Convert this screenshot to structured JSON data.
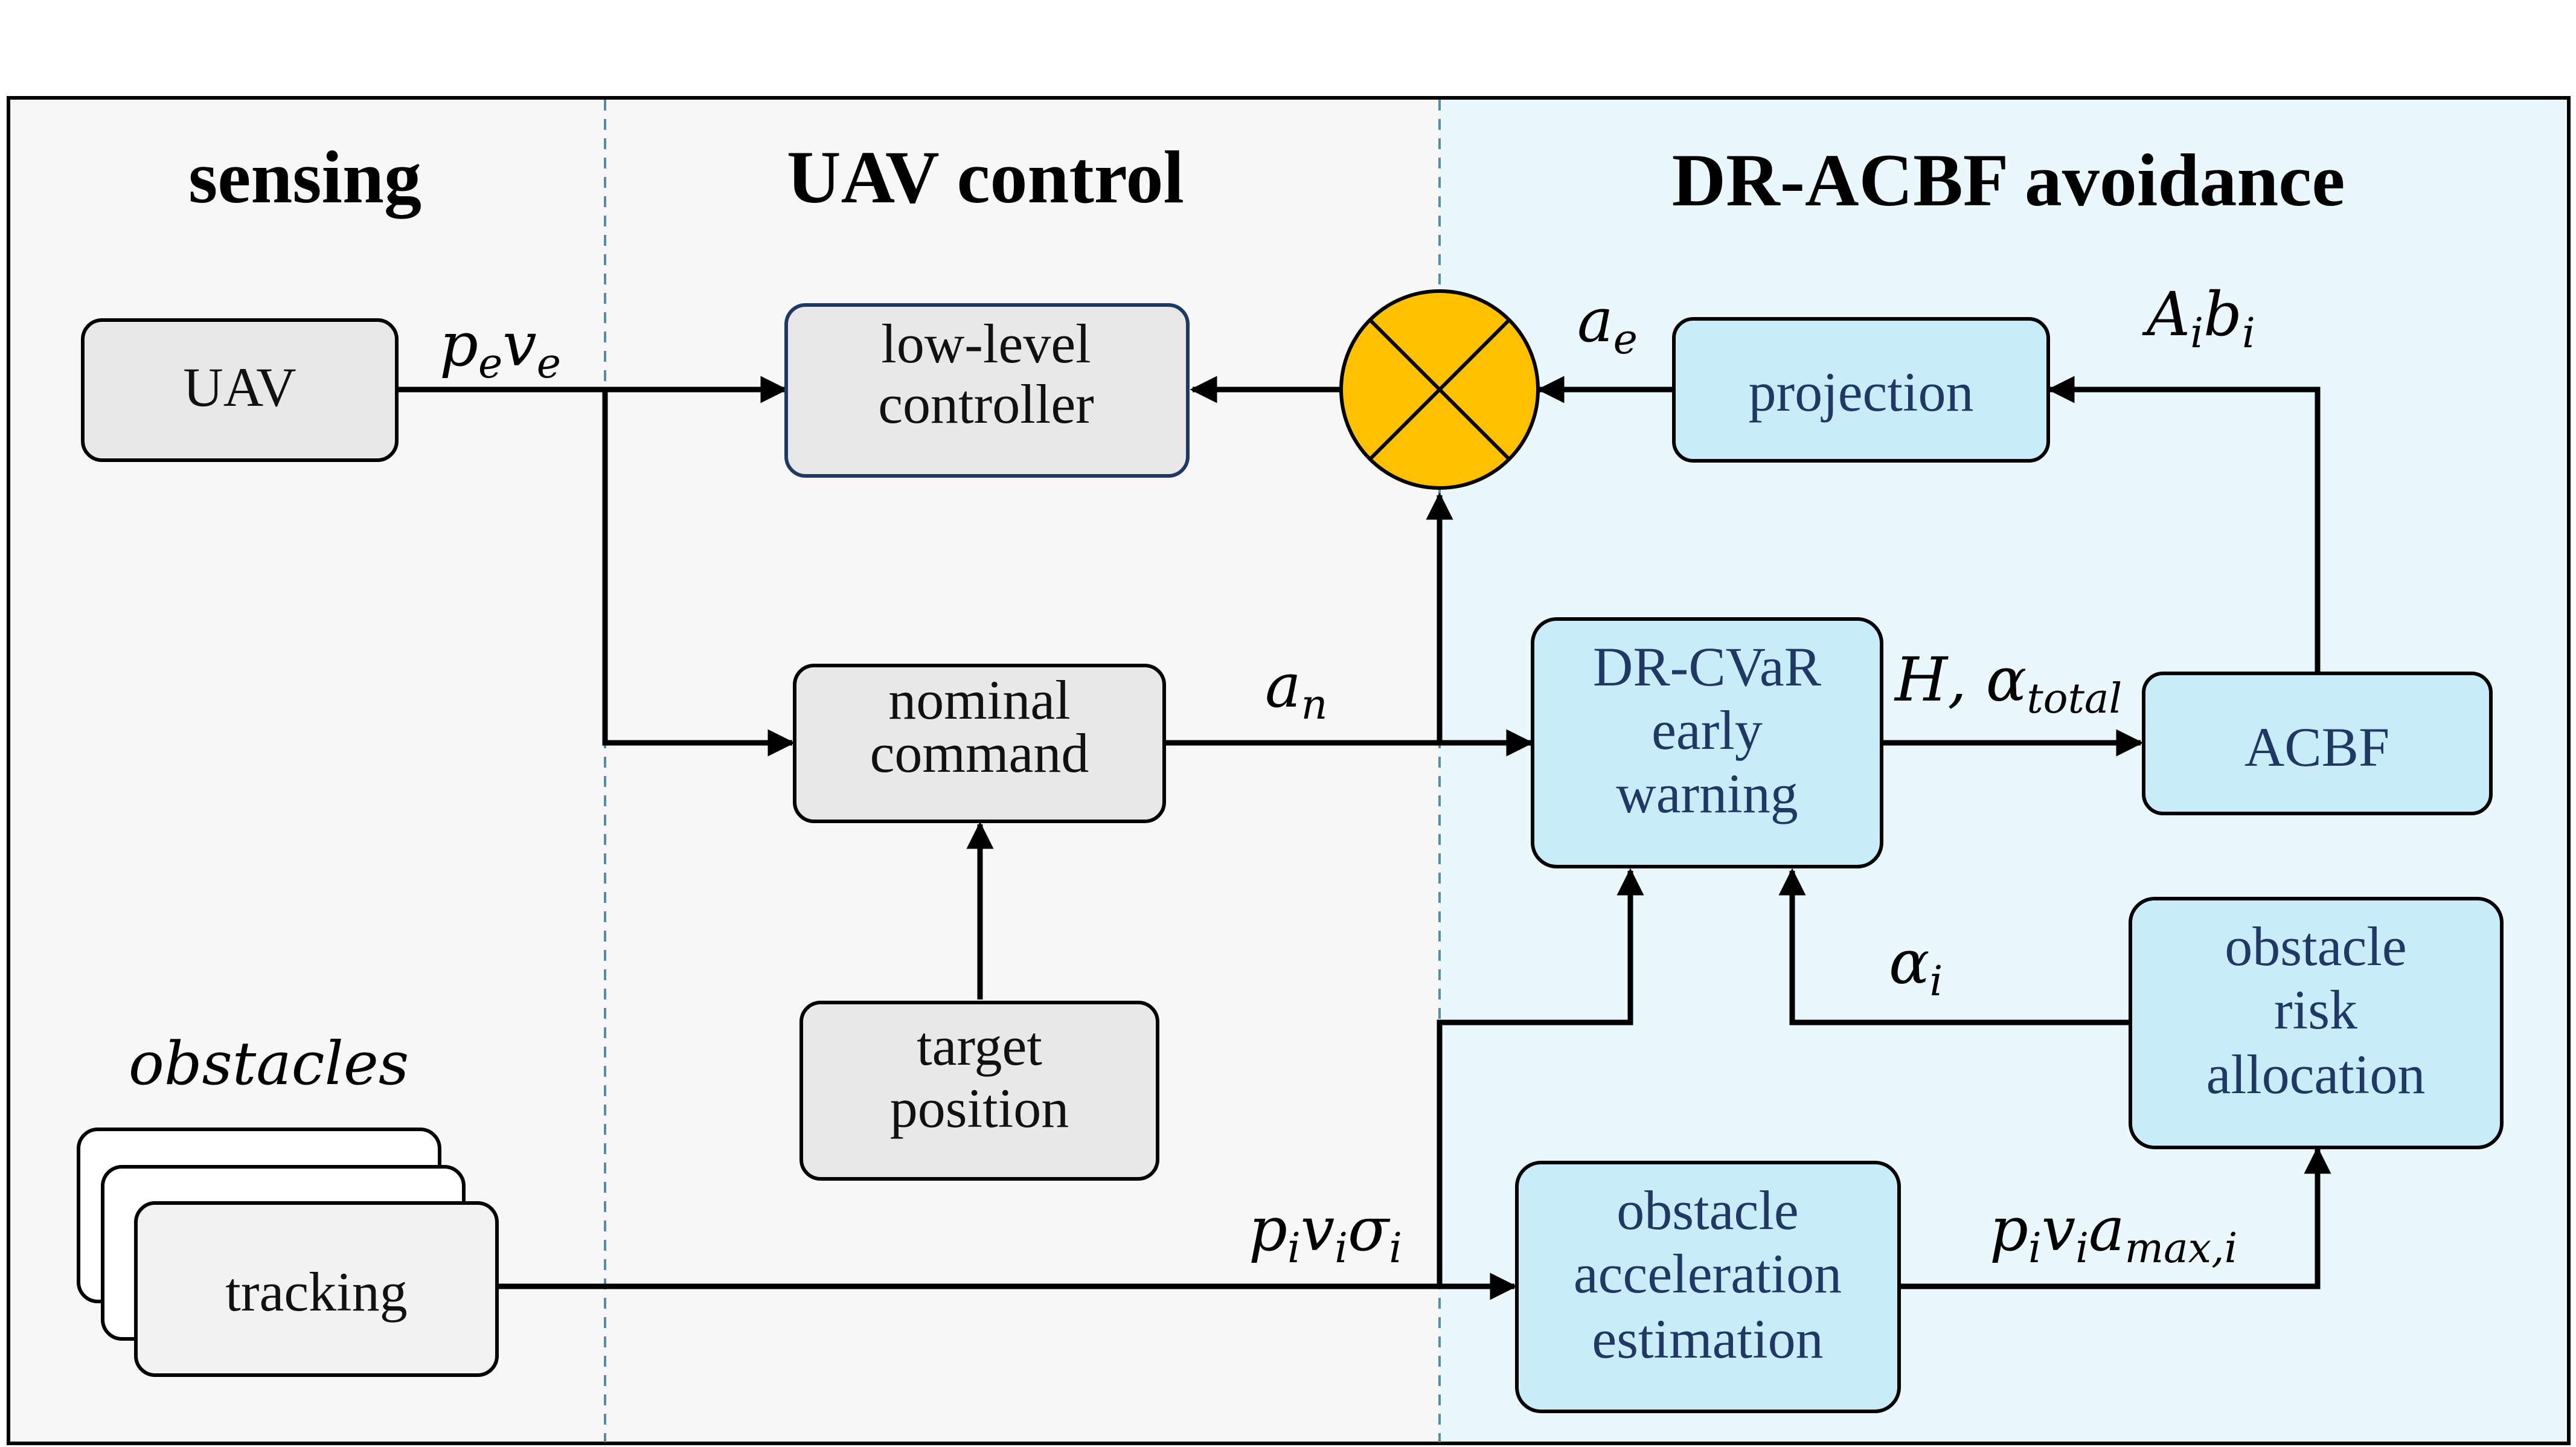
{
  "sections": {
    "sensing": "sensing",
    "uav_control": "UAV control",
    "avoidance": "DR-ACBF avoidance"
  },
  "boxes": {
    "uav": "UAV",
    "low_level": [
      "low-level",
      "controller"
    ],
    "nominal": [
      "nominal",
      "command"
    ],
    "target": [
      "target",
      "position"
    ],
    "projection": "projection",
    "dr_cvar": [
      "DR-CVaR",
      "early",
      "warning"
    ],
    "acbf": "ACBF",
    "risk_alloc": [
      "obstacle",
      "risk",
      "allocation"
    ],
    "accel_est": [
      "obstacle",
      "acceleration",
      "estimation"
    ],
    "tracking": "tracking",
    "obstacles": "obstacles"
  },
  "signals": {
    "pe_ve": {
      "a": "p",
      "a_sub": "e",
      "b": "v",
      "b_sub": "e"
    },
    "a_e": {
      "a": "a",
      "a_sub": "e"
    },
    "ai_bi": {
      "a": "A",
      "a_sub": "i",
      "b": "b",
      "b_sub": "i"
    },
    "a_n": {
      "a": "a",
      "a_sub": "n"
    },
    "h_alpha": {
      "a": "H, α",
      "a_sub": "total"
    },
    "alpha_i": {
      "a": "α",
      "a_sub": "i"
    },
    "pi_vi_sigma": {
      "a": "p",
      "a_sub": "i",
      "b": "v",
      "b_sub": "i",
      "c": "σ",
      "c_sub": "i"
    },
    "pi_vi_amax": {
      "a": "p",
      "a_sub": "i",
      "b": "v",
      "b_sub": "i",
      "c": "a",
      "c_sub": "max,i"
    }
  },
  "colors": {
    "gray_panel": "#f7f7f7",
    "blue_panel": "#eaf7fc",
    "gray_box": "#e8e8e8",
    "blue_box": "#c9ecf9",
    "summing": "#ffc000",
    "divider": "#5b8aa6"
  }
}
